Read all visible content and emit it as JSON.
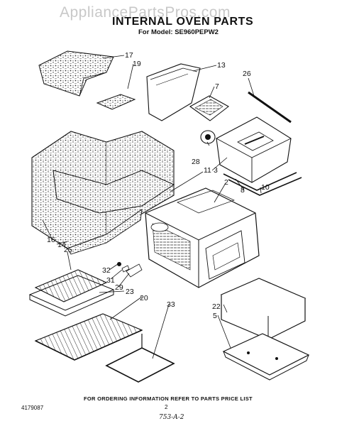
{
  "watermark": "AppliancePartsPros.com",
  "header": {
    "title": "INTERNAL OVEN PARTS",
    "model_line": "For Model: SE960PEPW2"
  },
  "footer": {
    "ordering_note": "FOR ORDERING INFORMATION REFER TO PARTS PRICE LIST",
    "document_number": "4179087",
    "page_number": "2",
    "handwritten_note": "753-A-2"
  },
  "callouts": [
    "17",
    "19",
    "13",
    "7",
    "26",
    "28",
    "11",
    "3",
    "2",
    "8",
    "10",
    "16",
    "14",
    "25",
    "32",
    "31",
    "29",
    "23",
    "20",
    "33",
    "22",
    "5"
  ]
}
